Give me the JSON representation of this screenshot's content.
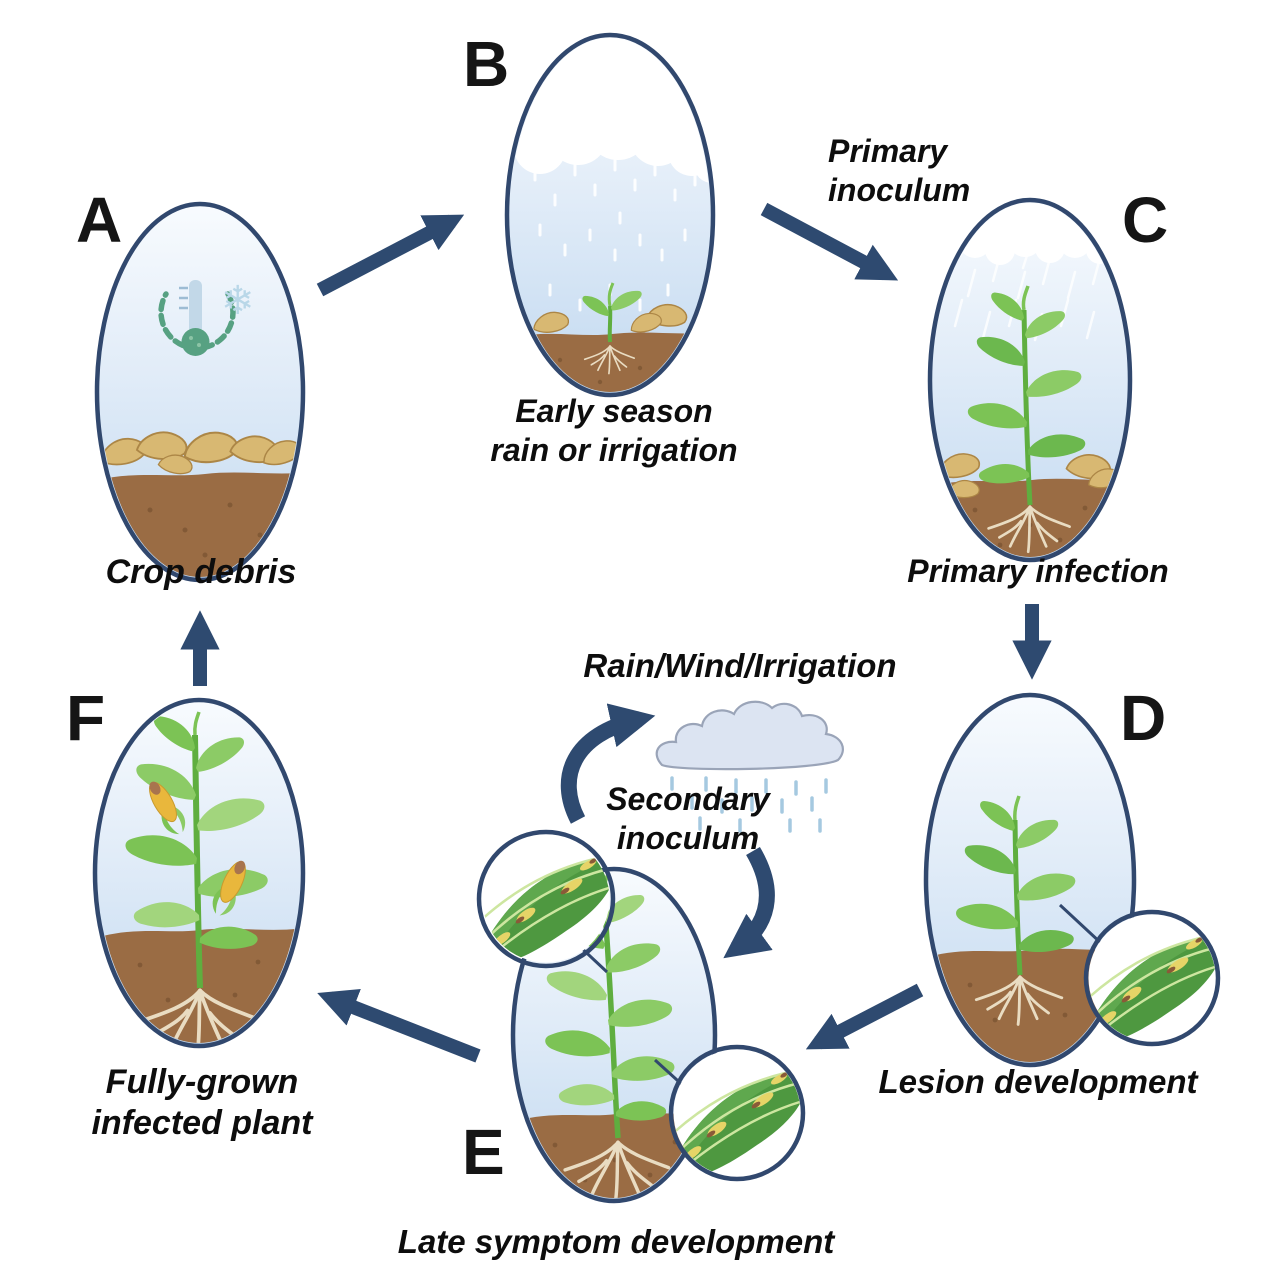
{
  "diagram": {
    "stages": [
      {
        "letter": "A",
        "label_lines": [
          "Crop debris"
        ]
      },
      {
        "letter": "B",
        "label_lines": [
          "Early season",
          "rain or irrigation"
        ]
      },
      {
        "letter": "C",
        "label_lines": [
          "Primary infection"
        ]
      },
      {
        "letter": "D",
        "label_lines": [
          "Lesion development"
        ]
      },
      {
        "letter": "E",
        "label_lines": [
          "Late symptom development"
        ]
      },
      {
        "letter": "F",
        "label_lines": [
          "Fully-grown",
          "infected plant"
        ]
      }
    ],
    "annotations": {
      "primary_inoculum_lines": [
        "Primary",
        "inoculum"
      ],
      "rain_wind_irrigation": "Rain/Wind/Irrigation",
      "secondary_inoculum_lines": [
        "Secondary",
        "inoculum"
      ]
    },
    "colors": {
      "arrow_navy": "#2e4a70",
      "oval_border": "#31486e",
      "sky_top": "#f8fbfe",
      "sky_bottom": "#c2d9f0",
      "soil_brown": "#9a6c44",
      "debris_tan": "#d8b872",
      "leaf_green": "#7cc355",
      "lesion_leaf_green": "#4e9840",
      "lesion_tan": "#e6d467",
      "corn_yellow": "#e9b73c",
      "cloud_fill": "#dce4f2",
      "rain_blue": "#a5c9e0",
      "icon_teal": "#57a182",
      "icon_light_blue": "#b9d7e8",
      "text_black": "#0d0d0d"
    }
  }
}
